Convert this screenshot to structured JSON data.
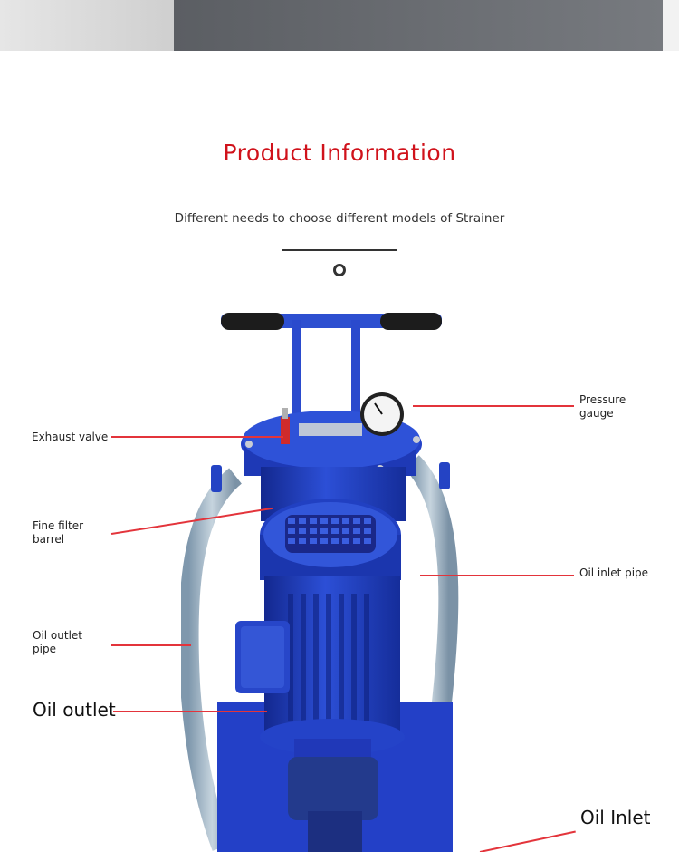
{
  "header": {
    "title": "Product Information",
    "subtitle": "Different needs to choose different models of Strainer"
  },
  "labels": {
    "pressure_gauge": "Pressure\ngauge",
    "exhaust_valve": "Exhaust valve",
    "fine_filter_barrel": "Fine filter\nbarrel",
    "oil_inlet_pipe": "Oil inlet pipe",
    "oil_outlet_pipe": "Oil outlet\npipe",
    "oil_outlet": "Oil outlet",
    "oil_inlet": "Oil Inlet"
  },
  "colors": {
    "title": "#d0121b",
    "leader": "#e3343b",
    "machine_blue": "#1f3fc0"
  }
}
